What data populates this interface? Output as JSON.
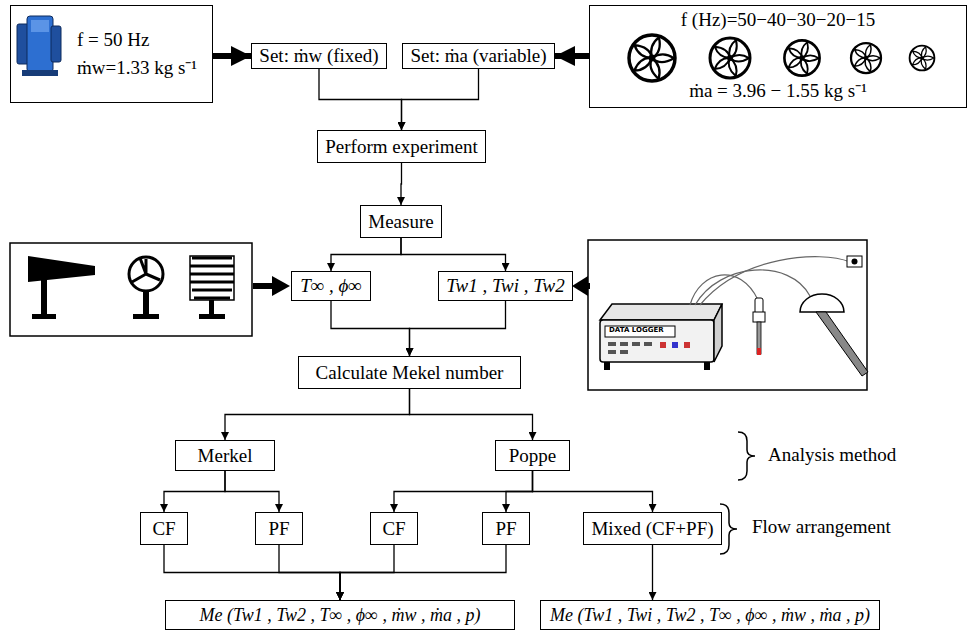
{
  "diagram": {
    "nodes": [
      {
        "text": [
          "f = 50 Hz",
          "ṁw=1.33 kg s⁻¹"
        ]
      },
      {
        "text": [
          "Set: ṁw (fixed)"
        ]
      },
      {
        "text": [
          "Set: ṁa (variable)"
        ]
      },
      {
        "text": [
          "f (Hz)=50−40−30−20−15",
          "ṁa = 3.96 − 1.55 kg s⁻¹"
        ]
      },
      {
        "text": [
          "Perform experiment"
        ]
      },
      {
        "text": [
          "Measure"
        ]
      },
      {
        "text": [
          "T∞ , ϕ∞"
        ]
      },
      {
        "text": [
          "Tw1 , Twi , Tw2"
        ]
      },
      {
        "text": [
          "Calculate Mekel number"
        ]
      },
      {
        "text": [
          "Merkel"
        ]
      },
      {
        "text": [
          "Poppe"
        ]
      },
      {
        "text": [
          "CF"
        ]
      },
      {
        "text": [
          "PF"
        ]
      },
      {
        "text": [
          "CF"
        ]
      },
      {
        "text": [
          "PF"
        ]
      },
      {
        "text": [
          "Mixed (CF+PF)"
        ]
      },
      {
        "text": [
          "Me (Tw1 , Tw2 , T∞ , ϕ∞ , ṁw , ṁa , p)"
        ]
      },
      {
        "text": [
          "Me (Tw1 , Twi , Tw2 , T∞ , ϕ∞ , ṁw , ṁa , p)"
        ]
      }
    ],
    "edges": [
      {
        "from": 0,
        "to": 1,
        "arrow": "to"
      },
      {
        "from": 3,
        "to": 2,
        "arrow": "to"
      },
      {
        "from": 1,
        "to": 4,
        "arrow": "to"
      },
      {
        "from": 2,
        "to": 4,
        "arrow": "to"
      },
      {
        "from": 4,
        "to": 5,
        "arrow": "to"
      },
      {
        "from": 5,
        "to": 6,
        "arrow": "to"
      },
      {
        "from": 5,
        "to": 7,
        "arrow": "to"
      },
      {
        "from": 6,
        "to": 8,
        "arrow": "to"
      },
      {
        "from": 7,
        "to": 8,
        "arrow": "to"
      },
      {
        "from": 8,
        "to": 9,
        "arrow": "to"
      },
      {
        "from": 8,
        "to": 10,
        "arrow": "to"
      },
      {
        "from": 9,
        "to": 11,
        "arrow": "to"
      },
      {
        "from": 9,
        "to": 12,
        "arrow": "to"
      },
      {
        "from": 10,
        "to": 13,
        "arrow": "to"
      },
      {
        "from": 10,
        "to": 14,
        "arrow": "to"
      },
      {
        "from": 10,
        "to": 15,
        "arrow": "to"
      },
      {
        "from": 11,
        "to": 16,
        "arrow": "to"
      },
      {
        "from": 12,
        "to": 16,
        "arrow": "to"
      },
      {
        "from": 13,
        "to": 16,
        "arrow": "to"
      },
      {
        "from": 14,
        "to": 16,
        "arrow": "to"
      },
      {
        "from": 15,
        "to": 17,
        "arrow": "to"
      }
    ],
    "labels": [
      "DATA LOGGER",
      "Analysis method",
      "Flow arrangement"
    ]
  }
}
